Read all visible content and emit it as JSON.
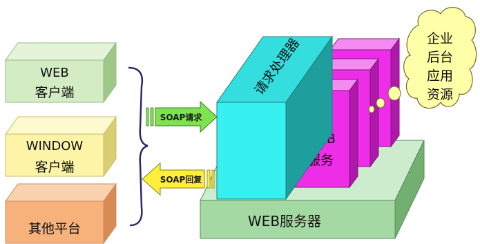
{
  "clients": [
    {
      "line1": "WEB",
      "line2": "客户端"
    },
    {
      "line1": "WINDOW",
      "line2": "客户端"
    },
    {
      "line1": "其他平台"
    }
  ],
  "arrows": {
    "request": "SOAP请求",
    "reply": "SOAP回复"
  },
  "server": {
    "platform_label": "WEB服务器",
    "processor_label": "请求处理器",
    "service_line1": "WEB",
    "service_line2": "服务"
  },
  "backend_cloud": {
    "lines": [
      "企业",
      "后台",
      "应用",
      "资源"
    ]
  },
  "colors": {
    "client_web": "#d4ecc4",
    "client_window": "#fdf4a8",
    "client_other": "#f7b27c",
    "processor": "#37f0f0",
    "service": "#ee2de8",
    "platform": "#a4d9a4",
    "request_arrow": "#7fe34f",
    "reply_arrow": "#ffef3a",
    "cloud": "#ffffa8"
  }
}
